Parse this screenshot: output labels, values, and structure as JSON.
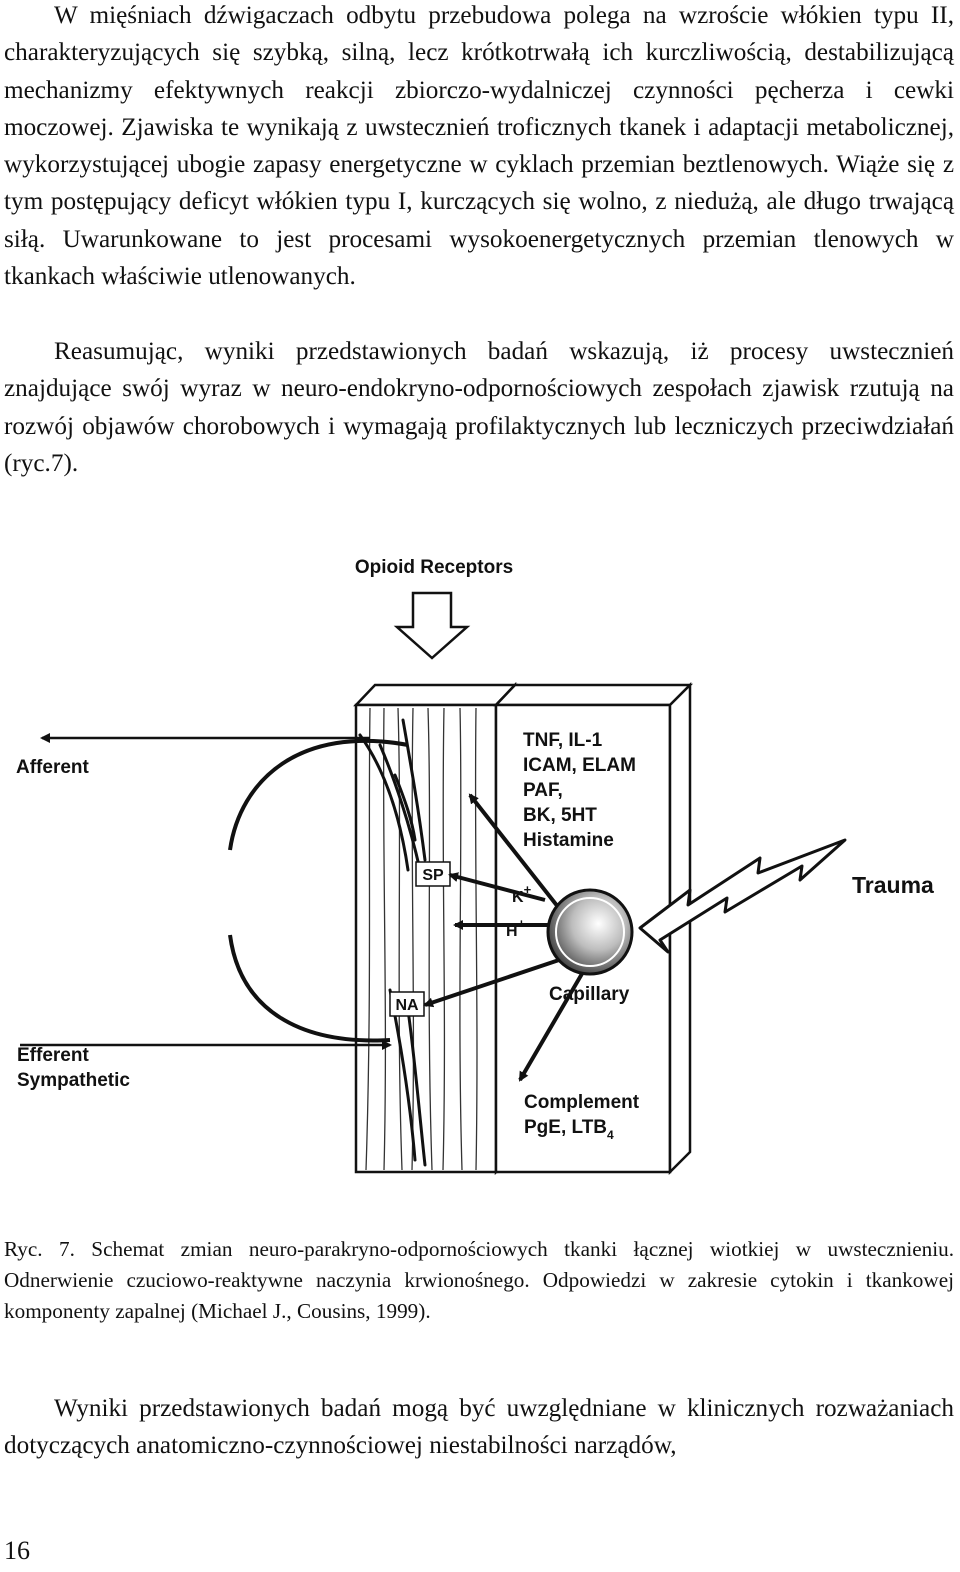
{
  "paragraphs": [
    "W mięśniach dźwigaczach odbytu przebudowa polega na wzroście włókien typu II, charakteryzujących się szybką, silną, lecz krótkotrwałą ich kurczliwością, destabilizującą mechanizmy efektywnych reakcji zbiorczo-wydalniczej czynności pęcherza i cewki moczowej. Zjawiska te wynikają z uwstecznień troficznych tkanek i adaptacji metabolicznej, wykorzystującej ubogie zapasy energetyczne w cyklach przemian beztlenowych. Wiąże się z tym postępujący deficyt włókien typu I, kurczących się wolno, z niedużą, ale długo trwającą siłą. Uwarunkowane to jest procesami wysokoenergetycznych przemian tlenowych w tkankach właściwie utlenowanych.",
    "Reasumując, wyniki przedstawionych badań wskazują, iż procesy uwstecznień znajdujące swój wyraz w neuro-endokryno-odpornościowych zespołach zjawisk rzutują na rozwój objawów chorobowych i wymagają profilaktycznych lub leczniczych przeciwdziałań (ryc.7).",
    "Wyniki przedstawionych badań mogą być uwzględniane w klinicznych rozważaniach dotyczących anatomiczno-czynnościowej niestabilności narządów,"
  ],
  "figure": {
    "labels": {
      "opioid": "Opioid Receptors",
      "afferent": "Afferent",
      "efferent_line1": "Efferent",
      "efferent_line2": "Sympathetic",
      "mediators": [
        "TNF, IL-1",
        "ICAM, ELAM",
        "PAF,",
        "BK, 5HT",
        "Histamine"
      ],
      "trauma": "Trauma",
      "capillary": "Capillary",
      "complement": "Complement",
      "pge": "PgE, LTB",
      "pge_sub": "4",
      "sp": "SP",
      "k": "K",
      "h": "H",
      "plus": "+",
      "na": "NA"
    }
  },
  "caption": "Ryc. 7. Schemat zmian neuro-parakryno-odpornościowych tkanki łącznej wiotkiej w uwstecznieniu. Odnerwienie czuciowo-reaktywne naczynia krwionośnego. Odpowiedzi w zakresie cytokin i tkankowej komponenty zapalnej (Michael J., Cousins, 1999).",
  "page_number": "16"
}
